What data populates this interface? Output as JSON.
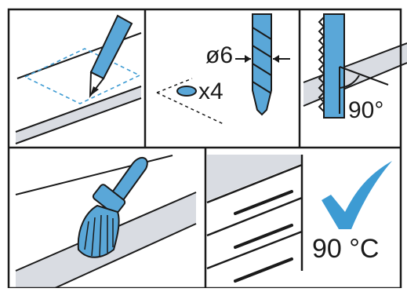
{
  "panels": {
    "drill": {
      "diameter_label": "ø6",
      "count_label": "x4"
    },
    "saw": {
      "angle_label": "90°"
    },
    "check": {
      "temperature_label": "90 °C"
    }
  },
  "colors": {
    "accent_blue": "#5aa7d8",
    "dashed_blue": "#3d9bd3",
    "grey_surface": "#d9dce2",
    "line": "#1a1a1a"
  }
}
